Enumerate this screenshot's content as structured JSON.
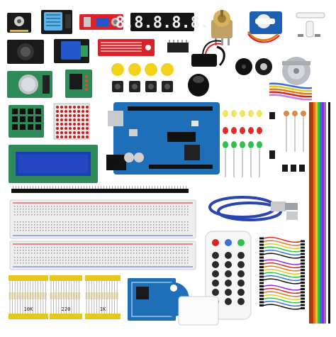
{
  "segment_display": {
    "digits": "8.8.8.8.8."
  },
  "resistor_strips": [
    {
      "label": "10K"
    },
    {
      "label": "220"
    },
    {
      "label": "1K"
    }
  ],
  "rfid_tag": {
    "label": ""
  },
  "colors": {
    "pcb_blue": "#1f6fb8",
    "pcb_green": "#2e8b57",
    "lcd_blue": "#1b3fae",
    "module_black": "#1a1a1a",
    "breadboard": "#eeeeee",
    "usb_cable": "#2b45b0",
    "button_yellow": "#f2d21b",
    "relay_blue": "#2456c9"
  }
}
